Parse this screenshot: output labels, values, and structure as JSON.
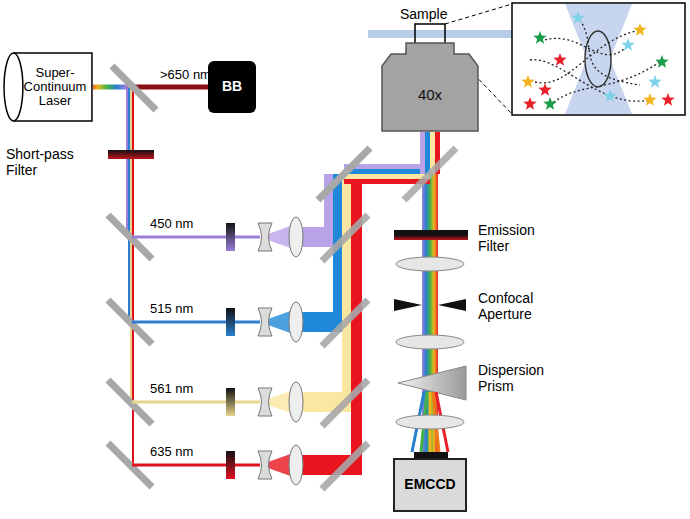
{
  "diagram": {
    "nodes": [
      {
        "text": [
          "Super-Continuum Laser"
        ]
      },
      {
        "text": [
          "BB"
        ]
      },
      {
        "text": [
          "40x"
        ]
      },
      {
        "text": [
          "EMCCD"
        ]
      }
    ],
    "edges": [
      {
        "from": 0,
        "to": 1,
        "arrow": "none"
      },
      {
        "from": 2,
        "to": 3,
        "arrow": "none"
      }
    ],
    "labels": [
      ">650 nm",
      "Short-pass Filter",
      "450 nm",
      "515 nm",
      "561 nm",
      "635 nm",
      "Sample",
      "Emission Filter",
      "Confocal Aperture",
      "Dispersion Prism"
    ]
  }
}
